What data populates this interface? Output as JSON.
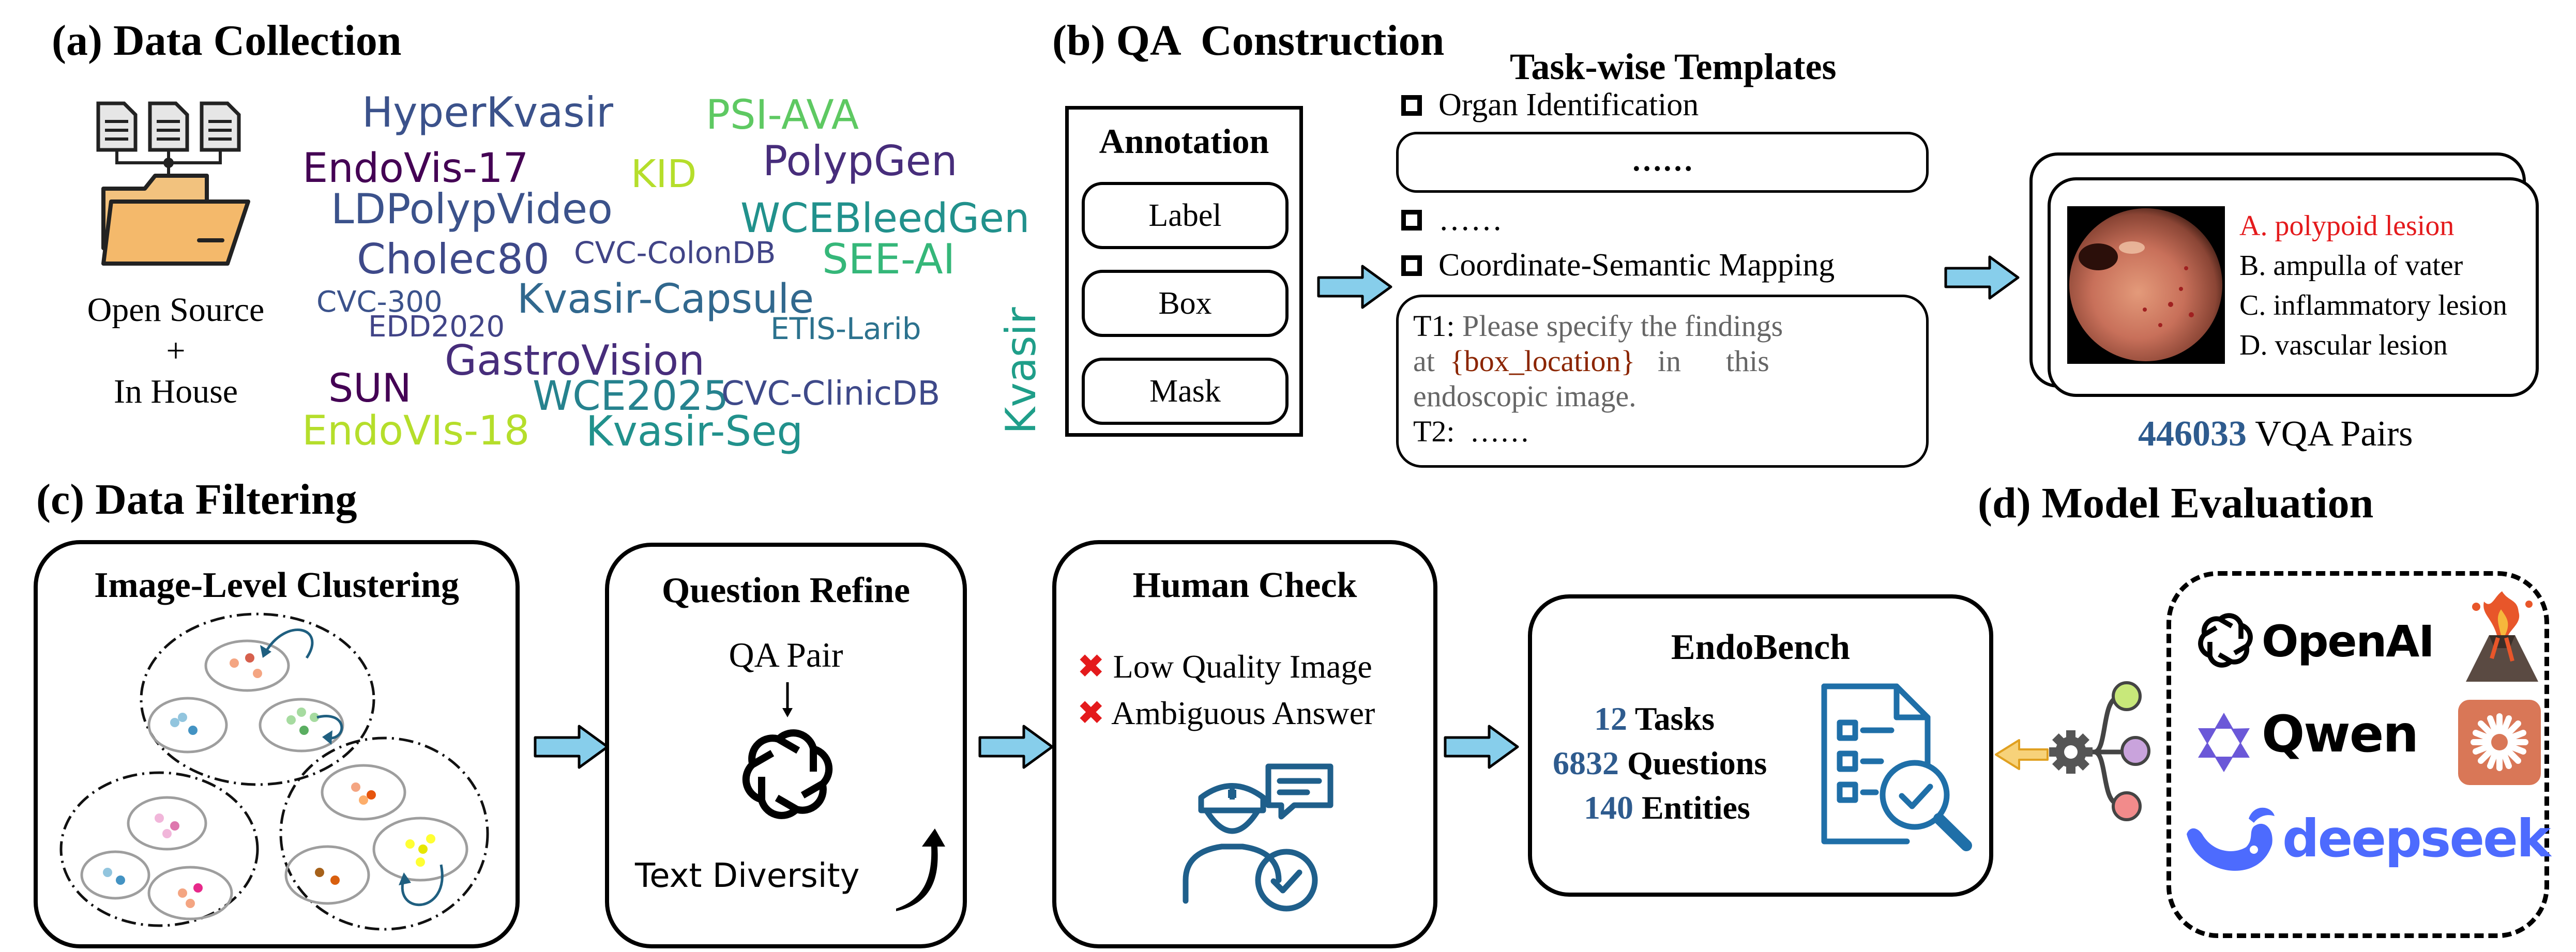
{
  "sections": {
    "a": "(a) Data Collection",
    "b": "(b) QA  Construction",
    "c": "(c) Data Filtering",
    "d": "(d) Model Evaluation"
  },
  "collection": {
    "source_line1": "Open Source",
    "source_plus": "+",
    "source_line2": "In House",
    "datasets": [
      {
        "name": "HyperKvasir",
        "color": "#3b528b"
      },
      {
        "name": "PSI-AVA",
        "color": "#5ec962"
      },
      {
        "name": "EndoVis-17",
        "color": "#440154"
      },
      {
        "name": "KID",
        "color": "#b5de2b"
      },
      {
        "name": "PolypGen",
        "color": "#472d7b"
      },
      {
        "name": "LDPolypVideo",
        "color": "#3b528b"
      },
      {
        "name": "WCEBleedGen",
        "color": "#21918c"
      },
      {
        "name": "Cholec80",
        "color": "#3e4989"
      },
      {
        "name": "CVC-ColonDB",
        "color": "#414487"
      },
      {
        "name": "SEE-AI",
        "color": "#35b779"
      },
      {
        "name": "CVC-300",
        "color": "#3b528b"
      },
      {
        "name": "Kvasir-Capsule",
        "color": "#31688e"
      },
      {
        "name": "EDD2020",
        "color": "#414487"
      },
      {
        "name": "ETIS-Larib",
        "color": "#2c728e"
      },
      {
        "name": "Kvasir",
        "color": "#1f9e89"
      },
      {
        "name": "GastroVision",
        "color": "#472d7b"
      },
      {
        "name": "SUN",
        "color": "#440154"
      },
      {
        "name": "WCE2025",
        "color": "#26828e"
      },
      {
        "name": "CVC-ClinicDB",
        "color": "#3e4989"
      },
      {
        "name": "EndoVIs-18",
        "color": "#b5de2b"
      },
      {
        "name": "Kvasir-Seg",
        "color": "#21918c"
      }
    ]
  },
  "qa": {
    "annotation_title": "Annotation",
    "annotation_items": [
      "Label",
      "Box",
      "Mask"
    ],
    "templates_title": "Task-wise Templates",
    "template_items": [
      "Organ Identification",
      "……",
      "Coordinate-Semantic Mapping"
    ],
    "template_placeholder": "……",
    "t1_prefix": "T1:",
    "t1_text_a": "Please specify the findings",
    "t1_text_b_pre": "at",
    "t1_box_location": "{box_location}",
    "t1_text_b_post": "in      this",
    "t1_text_c": "endoscopic image.",
    "t2_prefix": "T2:",
    "t2_text": "……",
    "options": [
      "A. polypoid lesion",
      "B. ampulla of vater",
      "C. inflammatory lesion",
      "D. vascular lesion"
    ],
    "pairs_count": "446033",
    "pairs_label": "VQA Pairs",
    "colors": {
      "answer": "#e41a1c",
      "count": "#2e5b8e",
      "placeholder_text": "#666666",
      "box_location": "#8b2500"
    }
  },
  "filtering": {
    "clustering_title": "Image-Level Clustering",
    "refine_title": "Question Refine",
    "qa_pair": "QA Pair",
    "text_diversity": "Text Diversity",
    "human_title": "Human Check",
    "human_items": [
      "Low Quality Image",
      "Ambiguous Answer"
    ],
    "bench_title": "EndoBench",
    "stats": [
      {
        "value": "12",
        "label": "Tasks"
      },
      {
        "value": "6832",
        "label": "Questions"
      },
      {
        "value": "140",
        "label": "Entities"
      }
    ]
  },
  "models": {
    "openai": "OpenAI",
    "qwen": "Qwen",
    "deepseek": "deepseek"
  }
}
